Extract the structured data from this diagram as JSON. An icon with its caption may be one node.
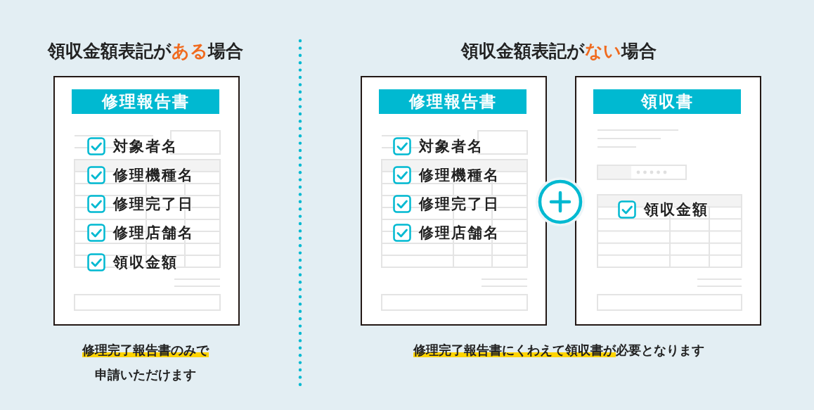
{
  "diagram": {
    "nodes": [
      {
        "text": [
          "修理報告書",
          "対象者名",
          "修理機種名",
          "修理完了日",
          "修理店舗名",
          "領収金額"
        ]
      },
      {
        "text": [
          "修理報告書",
          "対象者名",
          "修理機種名",
          "修理完了日",
          "修理店舗名"
        ]
      },
      {
        "text": [
          "領収書",
          "領収金額"
        ]
      }
    ],
    "edges": [],
    "labels": [
      "領収金額表記が**ある**場合",
      "領収金額表記が**ない**場合",
      "**修理完了報告書のみで**申請いただけます",
      "**修理完了報告書にくわえて領収書が**必要となります"
    ]
  }
}
